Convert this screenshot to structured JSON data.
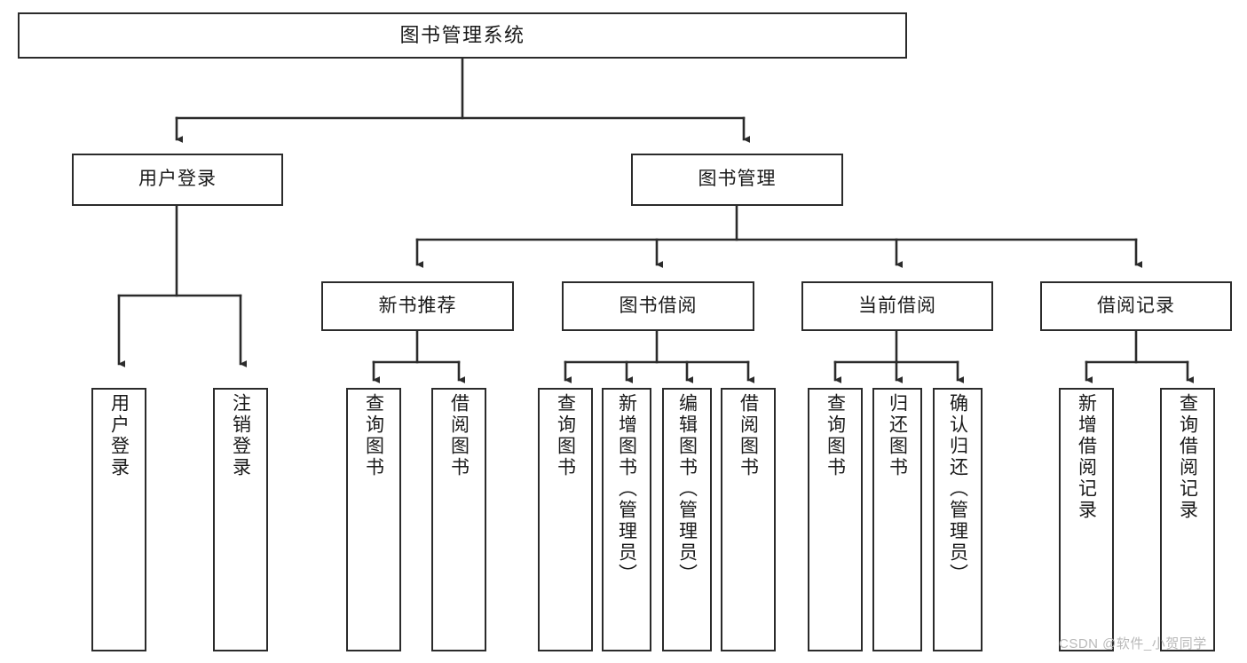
{
  "diagram": {
    "title": "图书管理系统",
    "watermark": "CSDN @软件_小贺同学",
    "stroke_color": "#2b2b2b",
    "fill_color": "#ffffff",
    "text_color": "#1a1a1a",
    "watermark_color": "#b9b9b9"
  },
  "nodes": {
    "root": {
      "label": "图书管理系统"
    },
    "level2": [
      {
        "label": "用户登录"
      },
      {
        "label": "图书管理"
      }
    ],
    "level3": [
      {
        "label": "新书推荐"
      },
      {
        "label": "图书借阅"
      },
      {
        "label": "当前借阅"
      },
      {
        "label": "借阅记录"
      }
    ],
    "leaves": {
      "user_login": [
        {
          "label": "用户登录"
        },
        {
          "label": "注销登录"
        }
      ],
      "new_book": [
        {
          "label": "查询图书"
        },
        {
          "label": "借阅图书"
        }
      ],
      "book_borrow": [
        {
          "label": "查询图书"
        },
        {
          "label": "新增图书（管理员）"
        },
        {
          "label": "编辑图书（管理员）"
        },
        {
          "label": "借阅图书"
        }
      ],
      "current_borrow": [
        {
          "label": "查询图书"
        },
        {
          "label": "归还图书"
        },
        {
          "label": "确认归还（管理员）"
        }
      ],
      "borrow_record": [
        {
          "label": "新增借阅记录"
        },
        {
          "label": "查询借阅记录"
        }
      ]
    }
  },
  "chart_data": {
    "type": "table",
    "title": "图书管理系统 功能结构图",
    "hierarchy": [
      {
        "label": "图书管理系统",
        "children": [
          {
            "label": "用户登录",
            "children": [
              {
                "label": "用户登录"
              },
              {
                "label": "注销登录"
              }
            ]
          },
          {
            "label": "图书管理",
            "children": [
              {
                "label": "新书推荐",
                "children": [
                  {
                    "label": "查询图书"
                  },
                  {
                    "label": "借阅图书"
                  }
                ]
              },
              {
                "label": "图书借阅",
                "children": [
                  {
                    "label": "查询图书"
                  },
                  {
                    "label": "新增图书（管理员）"
                  },
                  {
                    "label": "编辑图书（管理员）"
                  },
                  {
                    "label": "借阅图书"
                  }
                ]
              },
              {
                "label": "当前借阅",
                "children": [
                  {
                    "label": "查询图书"
                  },
                  {
                    "label": "归还图书"
                  },
                  {
                    "label": "确认归还（管理员）"
                  }
                ]
              },
              {
                "label": "借阅记录",
                "children": [
                  {
                    "label": "新增借阅记录"
                  },
                  {
                    "label": "查询借阅记录"
                  }
                ]
              }
            ]
          }
        ]
      }
    ]
  }
}
